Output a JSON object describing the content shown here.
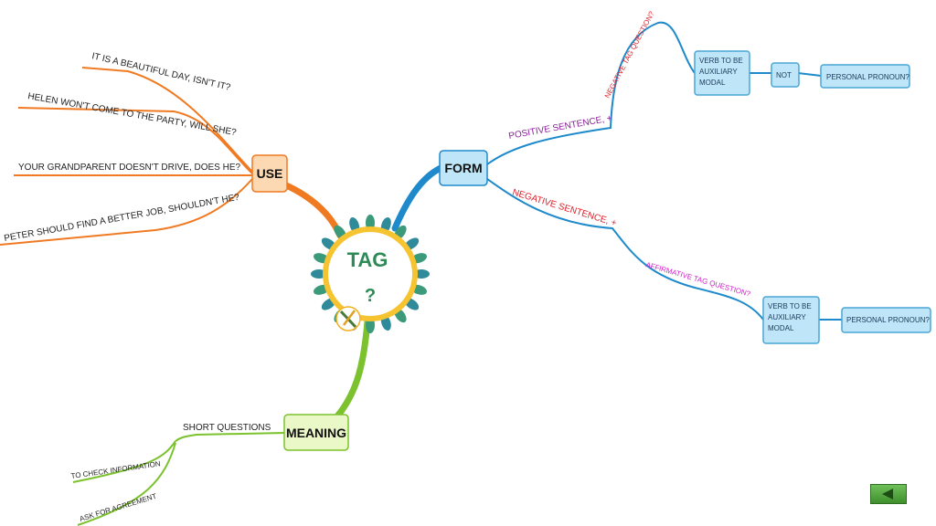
{
  "center": {
    "title": "TAG",
    "symbol": "?"
  },
  "branches": {
    "use": {
      "label": "USE",
      "examples": [
        "IT IS A BEAUTIFUL DAY, ISN'T IT?",
        "HELEN WON'T COME TO THE PARTY, WILL SHE?",
        "YOUR GRANDPARENT DOESN'T DRIVE, DOES HE?",
        "PETER SHOULD FIND A BETTER JOB, SHOULDN'T HE?"
      ]
    },
    "form": {
      "label": "FORM",
      "positive": {
        "label": "POSITIVE SENTENCE, +",
        "tag_label": "NEGATIVE TAG QUESTION?",
        "verb_box": [
          "VERB TO BE",
          "AUXILIARY",
          "MODAL"
        ],
        "not_box": "NOT",
        "pronoun_box": "PERSONAL PRONOUN?"
      },
      "negative": {
        "label": "NEGATIVE SENTENCE, +",
        "tag_label": "AFFIRMATIVE TAG QUESTION?",
        "verb_box": [
          "VERB TO BE",
          "AUXILIARY",
          "MODAL"
        ],
        "pronoun_box": "PERSONAL PRONOUN?"
      }
    },
    "meaning": {
      "label": "MEANING",
      "sub": "SHORT QUESTIONS",
      "items": [
        "TO CHECK INFORMATION",
        "ASK FOR AGREEMENT"
      ]
    }
  },
  "colors": {
    "use_branch": "#f07a22",
    "form_branch": "#1e8acb",
    "meaning_branch": "#7cc22e",
    "negative_tag_text": "#e0202a",
    "positive_text": "#8a1f9a",
    "affirmative_tag_text": "#d020c8",
    "box_fill": "#bfe6f8",
    "box_stroke": "#4aa6d6"
  },
  "navigation": {
    "back_icon": "left-triangle-icon"
  }
}
